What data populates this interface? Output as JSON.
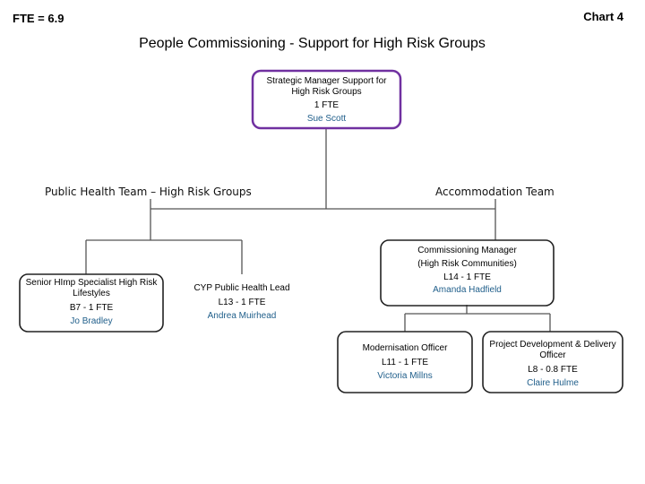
{
  "header": {
    "fte": "FTE = 6.9",
    "chart": "Chart 4"
  },
  "title": "People Commissioning - Support for High Risk Groups",
  "colors": {
    "accent_border": "#7030a0",
    "name_text": "#1f5e8a",
    "lines": "#555555"
  },
  "nodes": {
    "strategic": {
      "role": "Strategic Manager Support for High Risk Groups",
      "fte": "1 FTE",
      "name": "Sue Scott"
    },
    "public_health_team": {
      "label": "Public Health Team – High Risk Groups"
    },
    "accommodation_team": {
      "label": "Accommodation Team"
    },
    "senior_specialist": {
      "role": "Senior HImp Specialist High Risk Lifestyles",
      "fte": "B7 - 1 FTE",
      "name": "Jo Bradley"
    },
    "cyp_lead": {
      "role": "CYP Public Health Lead",
      "fte": "L13 - 1 FTE",
      "name": "Andrea Muirhead"
    },
    "commissioning_manager": {
      "role": "Commissioning Manager",
      "sub": "(High Risk Communities)",
      "fte": "L14 - 1 FTE",
      "name": "Amanda Hadfield"
    },
    "modernisation": {
      "role": "Modernisation Officer",
      "fte": "L11 - 1 FTE",
      "name": "Victoria Millns"
    },
    "project_dev": {
      "role": "Project Development & Delivery Officer",
      "fte": "L8 - 0.8 FTE",
      "name": "Claire Hulme"
    }
  }
}
